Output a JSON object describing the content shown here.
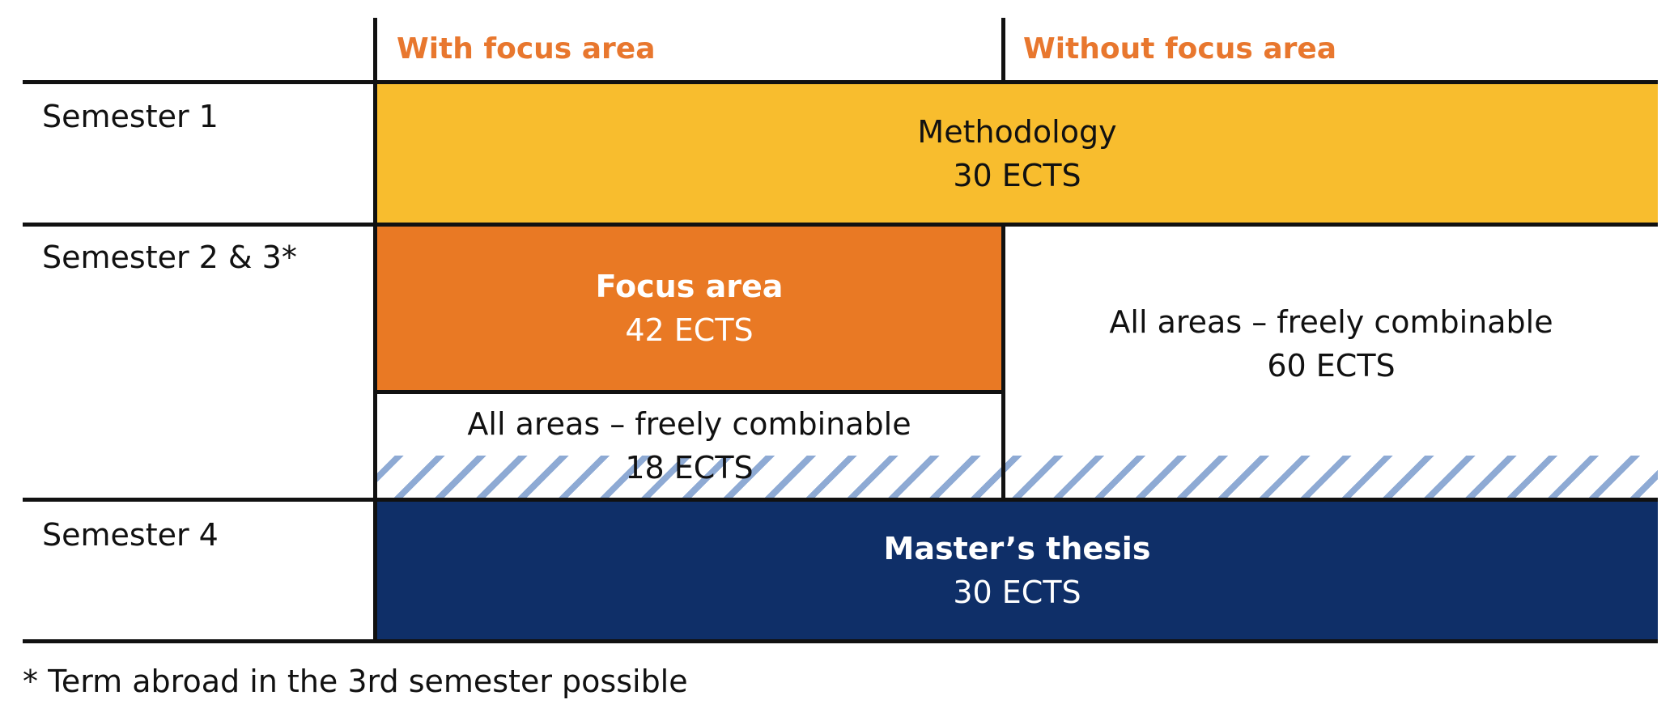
{
  "columns": {
    "with_focus": "With focus area",
    "without_focus": "Without focus area"
  },
  "semesters": {
    "s1": "Semester 1",
    "s23": "Semester 2 & 3*",
    "s4": "Semester 4"
  },
  "blocks": {
    "methodology": {
      "title": "Methodology",
      "ects": "30 ECTS"
    },
    "focus_area": {
      "title": "Focus area",
      "ects": "42 ECTS"
    },
    "all_areas_18": {
      "title": "All areas – freely combinable",
      "ects": "18 ECTS"
    },
    "all_areas_60": {
      "title": "All areas – freely combinable",
      "ects": "60 ECTS"
    },
    "thesis": {
      "title": "Master’s thesis",
      "ects": "30 ECTS"
    }
  },
  "footnote": "* Term abroad in the 3rd semester possible",
  "colors": {
    "methodology": "#f8bd2e",
    "focus_area": "#e97924",
    "thesis": "#0f2f68",
    "header_accent": "#e8772e",
    "hatch": "#8eaad4"
  }
}
